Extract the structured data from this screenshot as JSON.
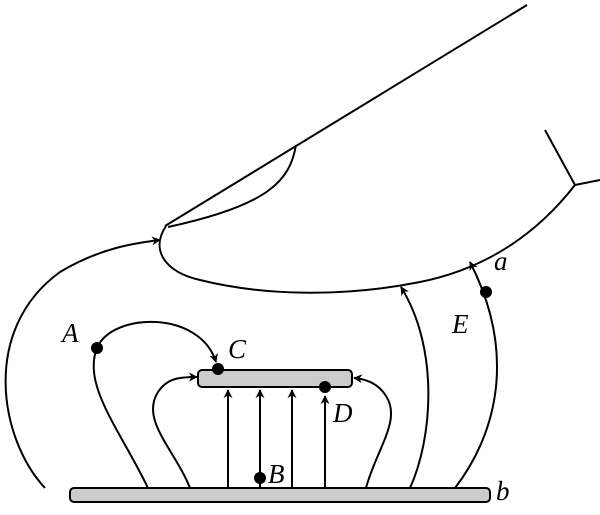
{
  "labels": {
    "A": "A",
    "B": "B",
    "C": "C",
    "D": "D",
    "E": "E",
    "a": "a",
    "b": "b"
  },
  "colors": {
    "plate": "#cccccc",
    "line": "#000000",
    "background": "#ffffff"
  }
}
